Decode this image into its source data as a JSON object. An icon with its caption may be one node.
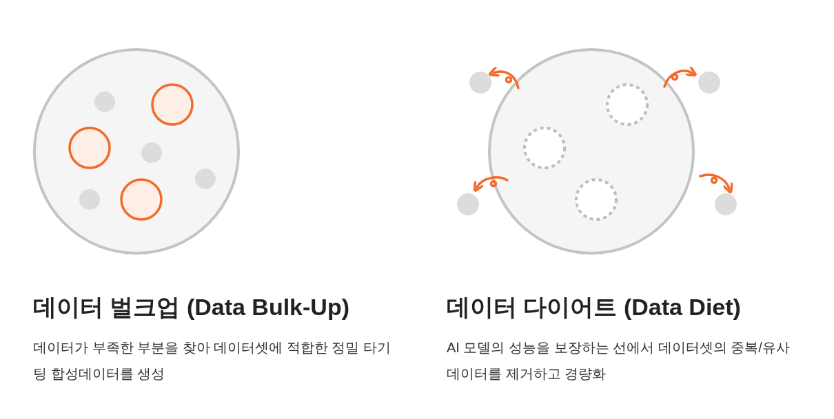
{
  "diagram": {
    "labels": [
      "데이터 벌크업 (Data Bulk-Up)",
      "데이터가 부족한 부분을 찾아 데이터셋에 적합한 정밀 타기팅 합성데이터를 생성",
      "데이터 다이어트 (Data Diet)",
      "AI 모델의 성능을 보장하는 선에서 데이터셋의 중복/유사 데이터를 제거하고 경량화"
    ]
  }
}
